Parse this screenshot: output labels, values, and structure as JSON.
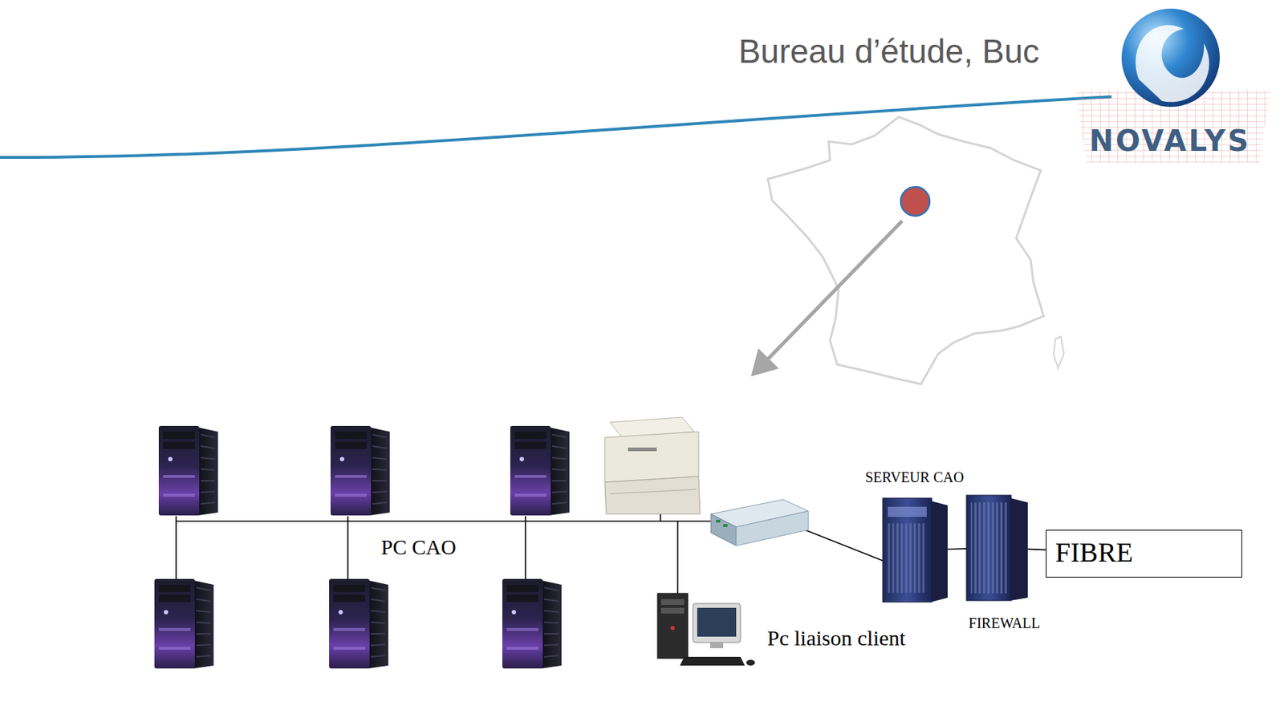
{
  "diagram": {
    "title": "Bureau d’étude, Buc",
    "nodes": [
      {
        "text": [
          "SERVEUR CAO"
        ]
      },
      {
        "text": [
          "FIREWALL"
        ]
      },
      {
        "text": [
          "FIBRE"
        ]
      },
      {
        "text": [
          "Pc liaison client"
        ]
      }
    ],
    "edges": [
      {
        "from": 0,
        "to": 1,
        "arrow": "none"
      },
      {
        "from": 1,
        "to": 2,
        "arrow": "none"
      }
    ],
    "labels": [
      "NOVALYS",
      "PC CAO"
    ]
  }
}
